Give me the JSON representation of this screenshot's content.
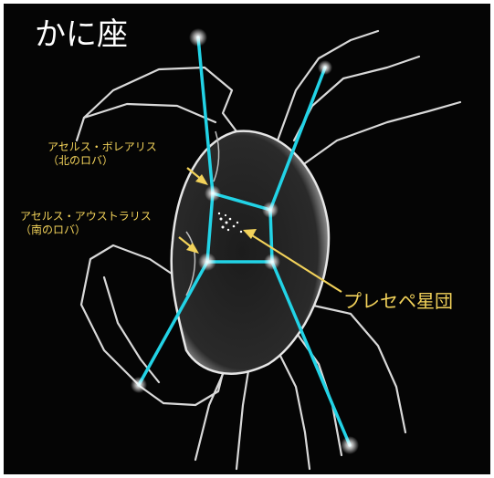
{
  "title": "かに座",
  "labels": {
    "asellus_borealis_line1": "アセルス・ボレアリス",
    "asellus_borealis_line2": "（北のロバ）",
    "asellus_australis_line1": "アセルス・アウストラリス",
    "asellus_australis_line2": "（南のロバ）",
    "praesepe": "プレセペ星団"
  },
  "colors": {
    "background": "#050505",
    "constellation_line": "#22d3e6",
    "label": "#f2d25a",
    "title": "#ffffff"
  }
}
